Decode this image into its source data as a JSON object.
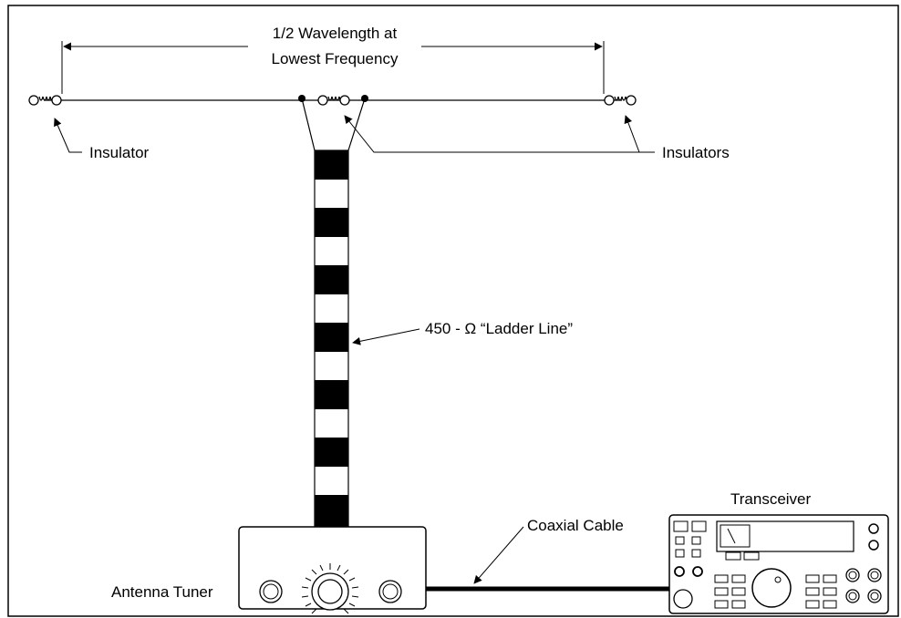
{
  "labels": {
    "dimension_line1": "1/2 Wavelength at",
    "dimension_line2": "Lowest Frequency",
    "insulator_single": "Insulator",
    "insulators_plural": "Insulators",
    "ladder_line": "450 - Ω “Ladder Line”",
    "coax": "Coaxial Cable",
    "transceiver": "Transceiver",
    "tuner": "Antenna Tuner"
  },
  "colors": {
    "ink": "#000000",
    "paper": "#ffffff",
    "ladder_dark": "#000000",
    "ladder_light": "#ffffff"
  },
  "icons": [
    "insulator-icon",
    "tuner-dial-icon",
    "meter-icon",
    "knob-icon"
  ]
}
